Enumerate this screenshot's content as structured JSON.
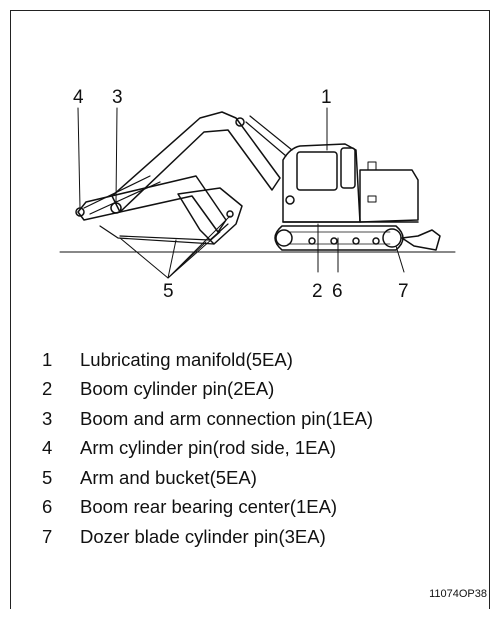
{
  "figure": {
    "callouts": {
      "c1": "1",
      "c2": "2",
      "c3": "3",
      "c4": "4",
      "c5": "5",
      "c6": "6",
      "c7": "7"
    }
  },
  "legend": [
    {
      "num": "1",
      "text": "Lubricating manifold(5EA)"
    },
    {
      "num": "2",
      "text": "Boom cylinder pin(2EA)"
    },
    {
      "num": "3",
      "text": "Boom and arm connection pin(1EA)"
    },
    {
      "num": "4",
      "text": "Arm cylinder pin(rod side, 1EA)"
    },
    {
      "num": "5",
      "text": "Arm and bucket(5EA)"
    },
    {
      "num": "6",
      "text": "Boom rear bearing center(1EA)"
    },
    {
      "num": "7",
      "text": "Dozer blade cylinder pin(3EA)"
    }
  ],
  "figure_code": "11074OP38"
}
